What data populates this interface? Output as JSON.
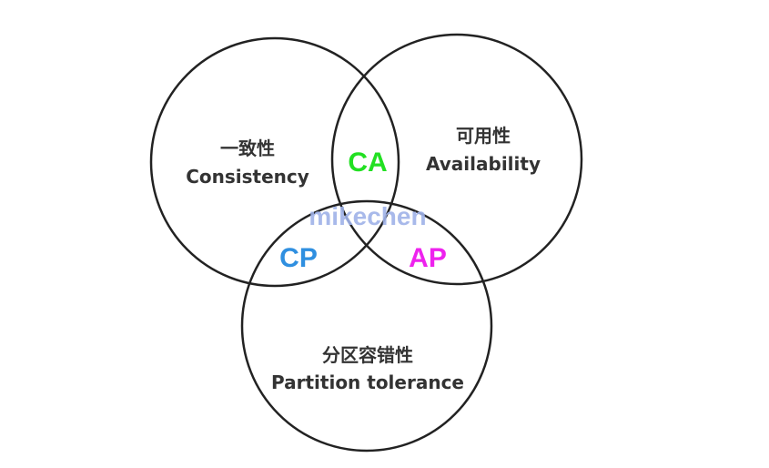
{
  "diagram": {
    "sets": [
      {
        "id": "consistency",
        "zh": "一致性",
        "en": "Consistency"
      },
      {
        "id": "availability",
        "zh": "可用性",
        "en": "Availability"
      },
      {
        "id": "partition",
        "zh": "分区容错性",
        "en": "Partition tolerance"
      }
    ],
    "intersections": {
      "ca": {
        "label": "CA",
        "color": "#22e022"
      },
      "cp": {
        "label": "CP",
        "color": "#2f8fe0"
      },
      "ap": {
        "label": "AP",
        "color": "#ee22ee"
      }
    },
    "watermark": {
      "text": "mikechen",
      "color": "#9fb2e8"
    },
    "colors": {
      "outline": "#222222",
      "text": "#333333"
    }
  }
}
